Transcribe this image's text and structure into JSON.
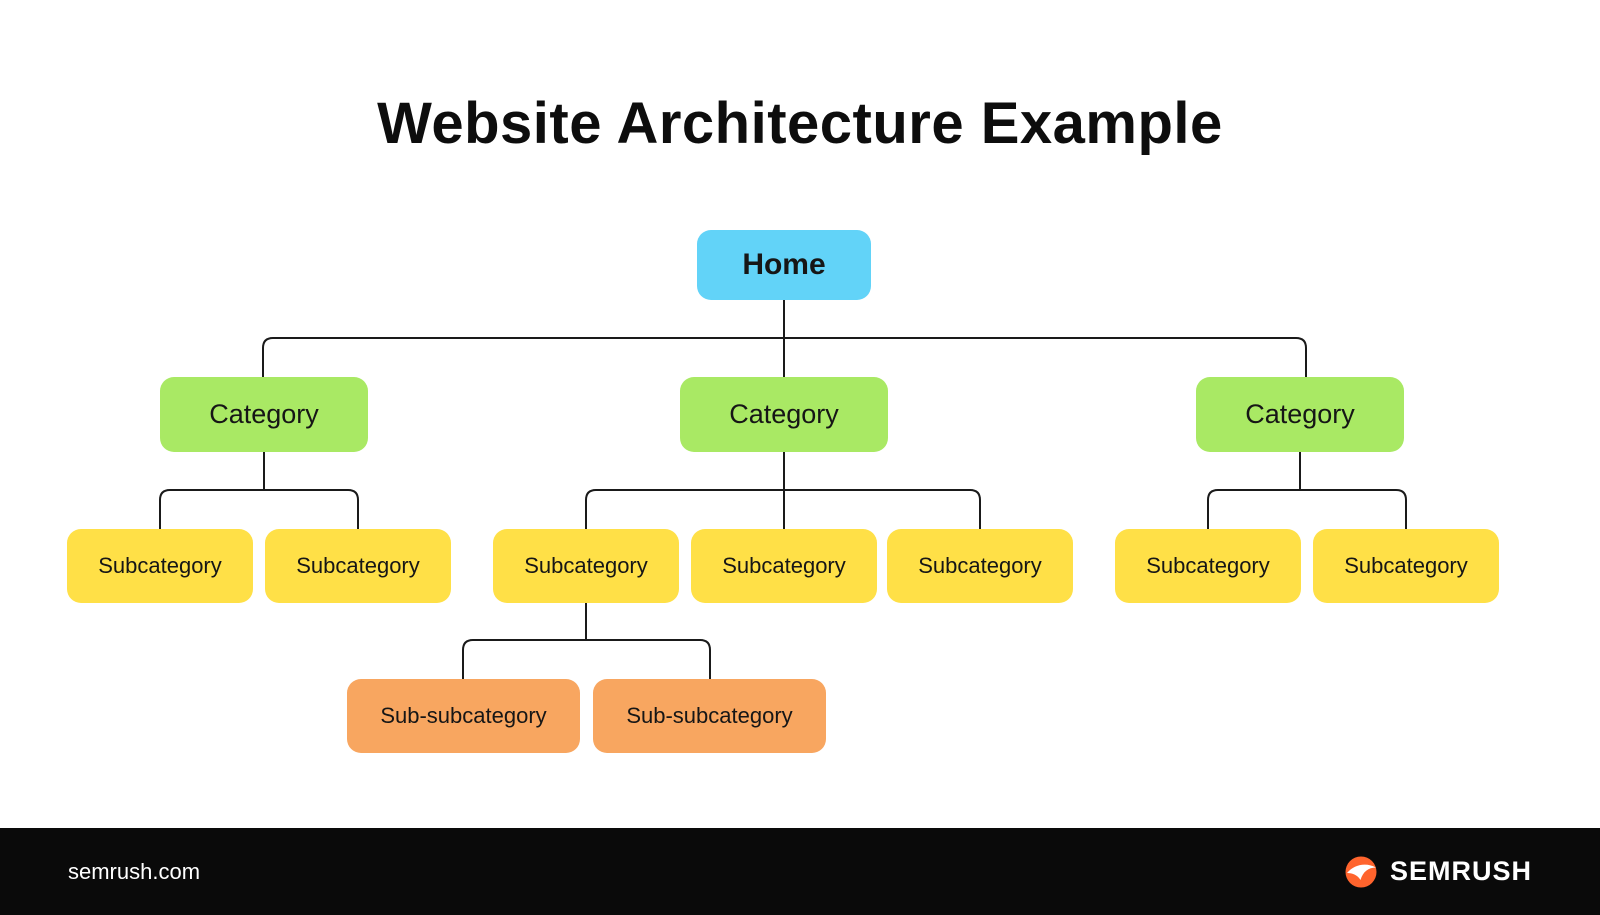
{
  "title": "Website Architecture Example",
  "colors": {
    "home": "#62d3f8",
    "category": "#a9e964",
    "subcategory": "#ffe047",
    "sub_subcategory": "#f8a660",
    "connector": "#1a1a1a",
    "footer_bg": "#0a0a0a",
    "brand_orange": "#ff642d"
  },
  "tree": {
    "home": {
      "label": "Home"
    },
    "categories": [
      {
        "label": "Category",
        "subcategories": [
          {
            "label": "Subcategory"
          },
          {
            "label": "Subcategory"
          }
        ]
      },
      {
        "label": "Category",
        "subcategories": [
          {
            "label": "Subcategory",
            "children": [
              {
                "label": "Sub-subcategory"
              },
              {
                "label": "Sub-subcategory"
              }
            ]
          },
          {
            "label": "Subcategory"
          },
          {
            "label": "Subcategory"
          }
        ]
      },
      {
        "label": "Category",
        "subcategories": [
          {
            "label": "Subcategory"
          },
          {
            "label": "Subcategory"
          }
        ]
      }
    ]
  },
  "footer": {
    "url": "semrush.com",
    "brand": "SEMRUSH",
    "logo_icon": "semrush-flame-icon"
  }
}
